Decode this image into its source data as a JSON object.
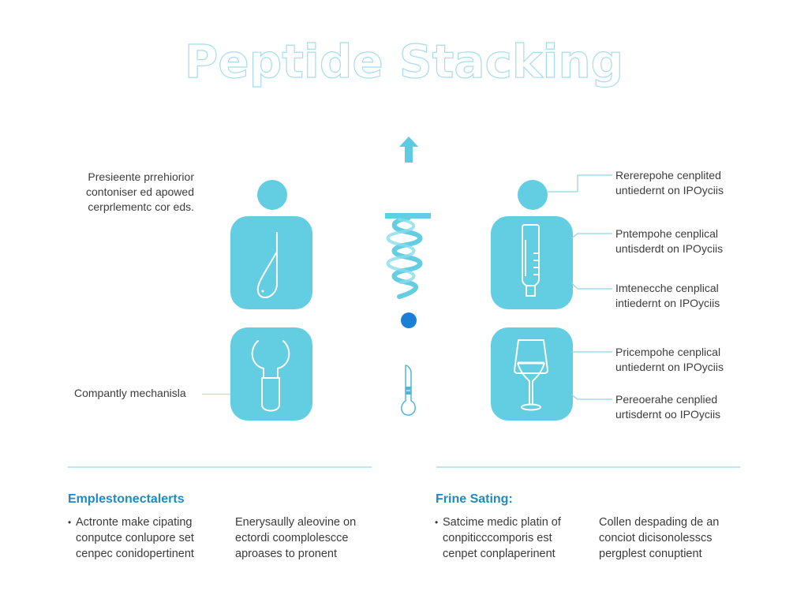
{
  "header": {
    "title": "Peptide Stacking"
  },
  "left_labels": [
    {
      "text": "Presieente prrehiorior\ncontoniser ed apowed\ncerprlementc cor eds."
    },
    {
      "text": "Compantly mechanisla"
    }
  ],
  "right_labels": [
    {
      "text": "Rererepohe cenplited\nuntiedernt on IPOyciis"
    },
    {
      "text": "Pntempohe cenplical\nuntisderdt on IPOyciis"
    },
    {
      "text": "Imtenecche cenplical\nintiedernt on IPOyciis"
    },
    {
      "text": "Pricempohe cenplical\nuntiedernt on IPOyciis"
    },
    {
      "text": "Pereoerahe cenplied\nurtisdernt oo IPOyciis"
    }
  ],
  "icons": {
    "left_top": "dropper-icon",
    "left_bottom": "spoon-tube-icon",
    "right_top": "vial-icon",
    "right_bottom": "wine-glass-icon",
    "center_top": "arrow-up-icon",
    "center_mid": "helix-icon",
    "center_dot": "dot-icon",
    "center_bottom": "thermometer-icon"
  },
  "colors": {
    "accent": "#63cde2",
    "title_stroke": "#a6dcec",
    "heading_blue": "#1e8bc3",
    "dot_blue": "#1a7fd6"
  },
  "sections": [
    {
      "title": "Emplestonectalerts",
      "col1": "Actronte make cipating\nconputce conlupore set\ncenpec conidopertinent",
      "col2": "Enerysaully aleovine on\nectordi coomplolescce\naproases to pronent"
    },
    {
      "title": "Frine Sating:",
      "col1": "Satcime medic platin of\nconpiticccomporis est\ncenpet conplaperinent",
      "col2": "Collen despading de an\nconciot dicisonolesscs\npergplest conuptient"
    }
  ]
}
